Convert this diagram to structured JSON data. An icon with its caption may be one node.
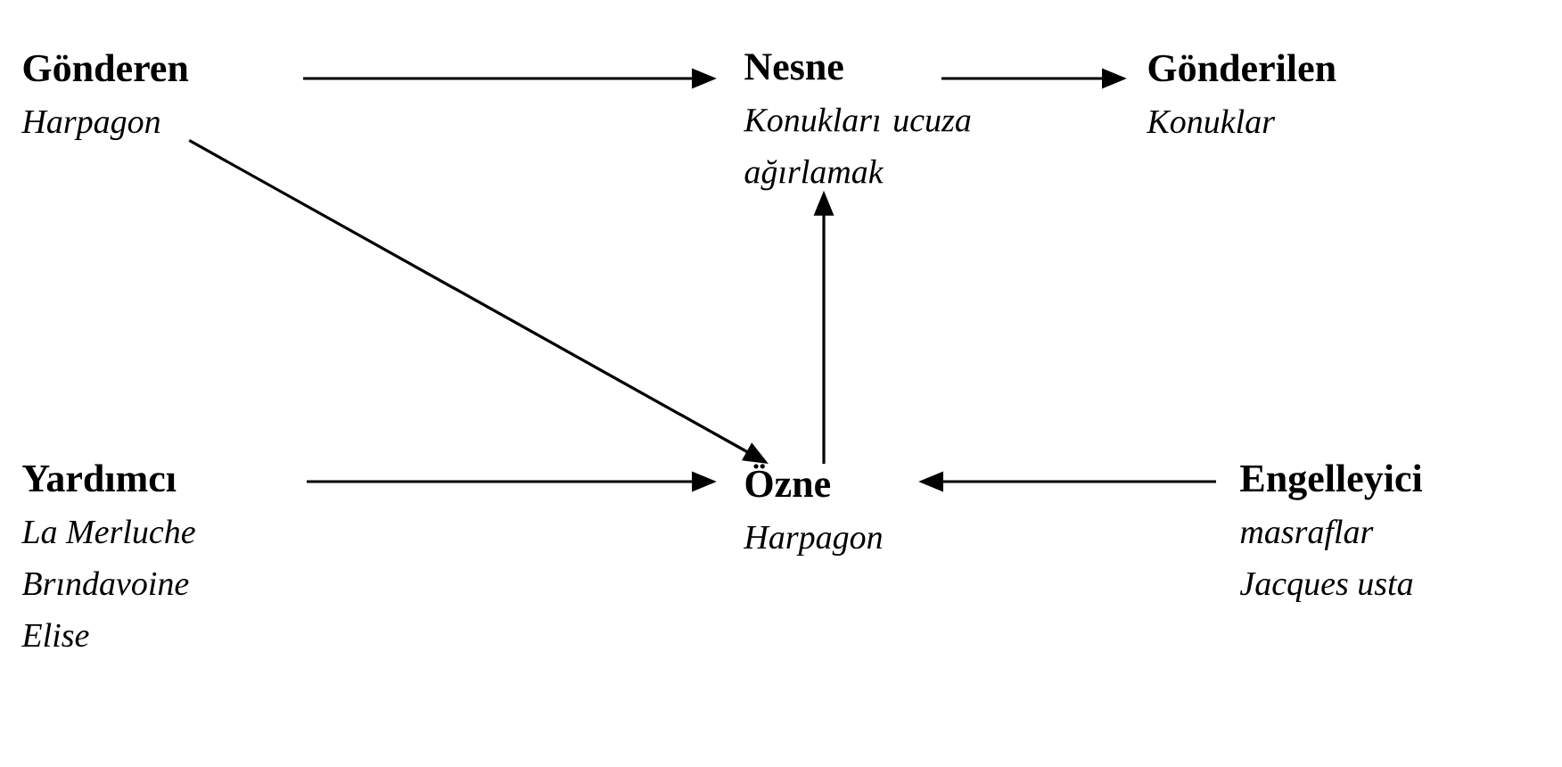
{
  "diagram": {
    "nodes": [
      {
        "text": [
          "Gönderen",
          "Harpagon"
        ]
      },
      {
        "text": [
          "Nesne",
          "Konukları ucuza ağırlamak"
        ]
      },
      {
        "text": [
          "Gönderilen",
          "Konuklar"
        ]
      },
      {
        "text": [
          "Yardımcı",
          "La Merluche",
          "Brındavoine",
          "Elise"
        ]
      },
      {
        "text": [
          "Özne",
          "Harpagon"
        ]
      },
      {
        "text": [
          "Engelleyici",
          "masraflar",
          "Jacques usta"
        ]
      }
    ],
    "edges": [
      {
        "from": 0,
        "to": 1,
        "arrow": "to"
      },
      {
        "from": 1,
        "to": 2,
        "arrow": "to"
      },
      {
        "from": 0,
        "to": 4,
        "arrow": "to"
      },
      {
        "from": 4,
        "to": 1,
        "arrow": "to"
      },
      {
        "from": 3,
        "to": 4,
        "arrow": "to"
      },
      {
        "from": 5,
        "to": 4,
        "arrow": "to"
      }
    ]
  }
}
